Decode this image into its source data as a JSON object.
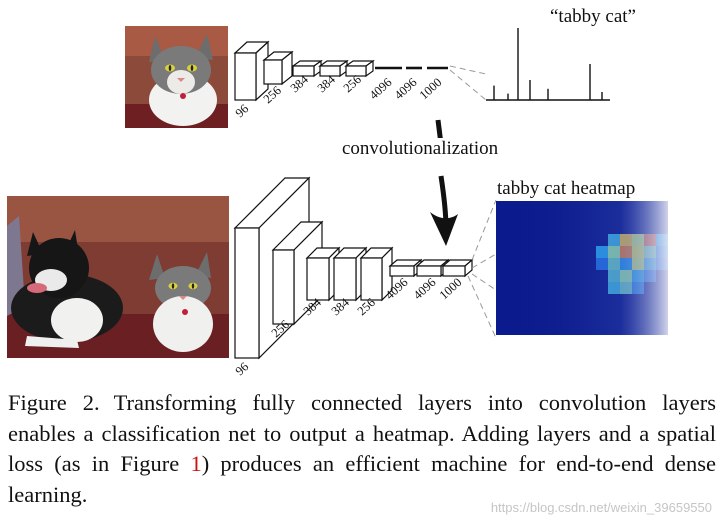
{
  "top_row": {
    "layer_labels": [
      "96",
      "256",
      "384",
      "384",
      "256",
      "4096",
      "4096",
      "1000"
    ],
    "prediction_label": "“tabby cat”",
    "histogram_values": [
      0.18,
      0.08,
      0.9,
      0.25,
      0.14,
      0.45,
      0.1
    ]
  },
  "arrow_label": "convolutionalization",
  "bottom_row": {
    "layer_labels": [
      "96",
      "256",
      "384",
      "384",
      "256",
      "4096",
      "4096",
      "1000"
    ],
    "heatmap_title": "tabby cat heatmap",
    "heatmap_grid": [
      [
        0,
        0.35,
        0.8,
        0.65,
        0.95,
        0.3
      ],
      [
        0.3,
        0.55,
        0.9,
        0.7,
        0.5,
        0.2
      ],
      [
        0.15,
        0.45,
        0.25,
        0.65,
        0.35,
        0.15
      ],
      [
        0,
        0.4,
        0.55,
        0.3,
        0.15,
        0
      ],
      [
        0,
        0.35,
        0.45,
        0.2,
        0,
        0
      ]
    ]
  },
  "caption": {
    "label": "Figure 2.",
    "text_before_ref": "Transforming fully connected layers into convolution layers enables a classification net to output a heatmap. Adding layers and a spatial loss (as in Figure ",
    "ref": "1",
    "text_after_ref": ") produces an efficient ma­chine for end-to-end dense learning."
  },
  "watermark": "https://blog.csdn.net/weixin_39659550",
  "colors": {
    "heatmap_background": "#0b1a8c",
    "reference": "#cc1111"
  }
}
